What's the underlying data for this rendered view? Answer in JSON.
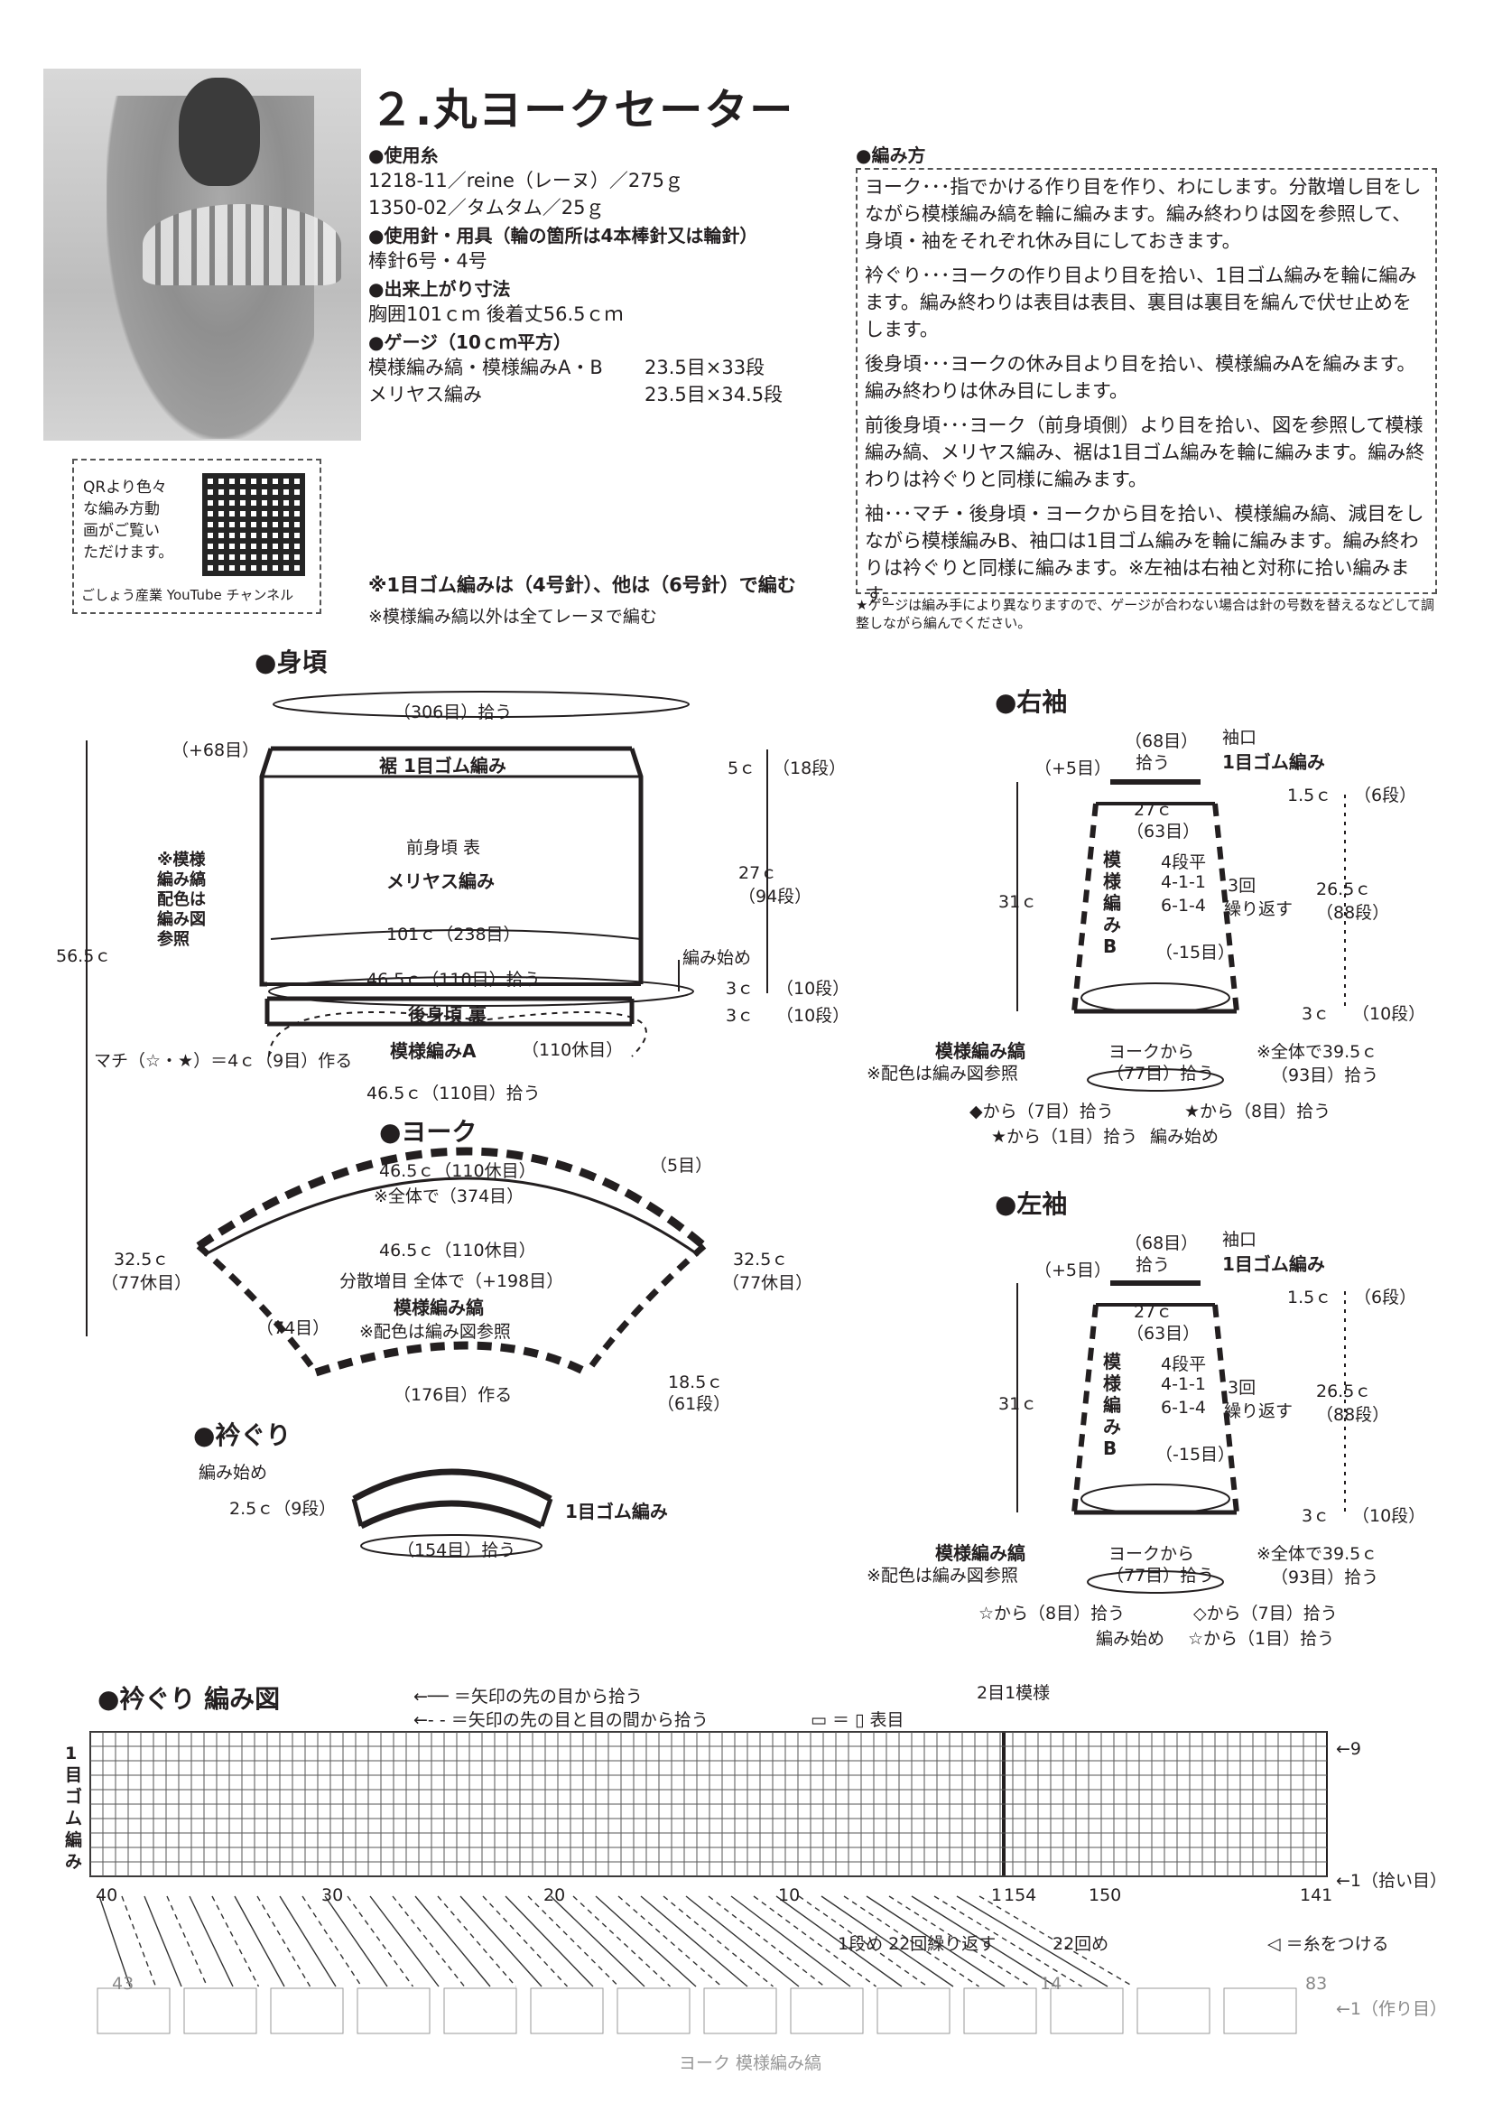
{
  "title": "２.丸ヨークセーター",
  "materials": {
    "yarn_heading": "●使用糸",
    "yarn_lines": [
      "1218-11／reine（レーヌ）／275ｇ",
      "1350-02／タムタム／25ｇ"
    ],
    "needles_heading": "●使用針・用具（輪の箇所は4本棒針又は輪針）",
    "needles": "棒針6号・4号",
    "size_heading": "●出来上がり寸法",
    "size": "胸囲101ｃｍ 後着丈56.5ｃｍ",
    "gauge_heading": "●ゲージ（10ｃｍ平方）",
    "gauge_rows": [
      {
        "name": "模様編み縞・模様編みA・B",
        "value": "23.5目×33段"
      },
      {
        "name": "メリヤス編み",
        "value": "23.5目×34.5段"
      }
    ]
  },
  "qr": {
    "text_lines": [
      "QRより色々",
      "な編み方動",
      "画がご覧い",
      "ただけます。"
    ],
    "caption": "ごしょう産業 YouTube チャンネル"
  },
  "notes": [
    "※1目ゴム編みは（4号針）、他は（6号針）で編む",
    "※模様編み縞以外は全てレーヌで編む"
  ],
  "howto": {
    "heading": "●編み方",
    "paragraphs": [
      "ヨーク･･･指でかける作り目を作り、わにします。分散増し目をしながら模様編み縞を輪に編みます。編み終わりは図を参照して、身頃・袖をそれぞれ休み目にしておきます。",
      "衿ぐり･･･ヨークの作り目より目を拾い、1目ゴム編みを輪に編みます。編み終わりは表目は表目、裏目は裏目を編んで伏せ止めをします。",
      "後身頃･･･ヨークの休み目より目を拾い、模様編みAを編みます。編み終わりは休み目にします。",
      "前後身頃･･･ヨーク（前身頃側）より目を拾い、図を参照して模様編み縞、メリヤス編み、裾は1目ゴム編みを輪に編みます。編み終わりは衿ぐりと同様に編みます。",
      "袖･･･マチ・後身頃・ヨークから目を拾い、模様編み縞、減目をしながら模様編みB、袖口は1目ゴム編みを輪に編みます。編み終わりは衿ぐりと同様に編みます。※左袖は右袖と対称に拾い編みます。"
    ],
    "footnote": "★ゲージは編み手により異なりますので、ゲージが合わない場合は針の号数を替えるなどして調整しながら編んでください。"
  },
  "body": {
    "heading": "●身頃",
    "pickup_top": "（306目）拾う",
    "plus68": "（+68目）",
    "hem": "裾 1目ゴム編み",
    "front": "前身頃 表",
    "stockinette": "メリヤス編み",
    "side_note": "※模様編み縞 配色は編み図参照",
    "chest": "101ｃ（238目）",
    "pickup_465": "46.5ｃ（110目）拾う",
    "back": "後身頃 裏",
    "patternA": "模様編みA",
    "rest110": "（110休目）",
    "gusset": "マチ（☆・★）＝4ｃ（9目）作る",
    "pickup_bottom": "46.5ｃ（110目）拾う",
    "length": "56.5ｃ",
    "r5": "5ｃ",
    "r5s": "（18段）",
    "r27": "27ｃ",
    "r27s": "（94段）",
    "r3a": "3ｃ",
    "r3as": "（10段）",
    "r3b": "3ｃ",
    "r3bs": "（10段）",
    "start": "編み始め"
  },
  "yoke": {
    "heading": "●ヨーク",
    "rest_top": "46.5ｃ（110休目）",
    "total374": "※全体で（374目）",
    "five": "（5目）",
    "left": "32.5ｃ",
    "left2": "（77休目）",
    "right": "32.5ｃ",
    "right2": "（77休目）",
    "rest_mid": "46.5ｃ（110休目）",
    "increase": "分散増目 全体で（+198目）",
    "pattern": "模様編み縞",
    "see_chart": "※配色は編み図参照",
    "seventy4": "（74目）",
    "cast176": "（176目）作る",
    "h": "18.5ｃ",
    "hs": "（61段）"
  },
  "neck": {
    "heading": "●衿ぐり",
    "start": "編み始め",
    "h": "2.5ｃ（9段）",
    "rib": "1目ゴム編み",
    "pickup": "（154目）拾う"
  },
  "right_sleeve": {
    "heading": "●右袖",
    "pick68": "（68目）",
    "pick": "拾う",
    "cuff": "袖口",
    "cuffrib": "1目ゴム編み",
    "plus5": "（+5目）",
    "w27": "27ｃ",
    "w63": "（63目）",
    "rule1": "4段平",
    "rule2": "4-1-1",
    "rule3": "6-1-4",
    "times": "3回",
    "repeat": "繰り返す",
    "patB": "模様編みB",
    "minus15": "（-15目）",
    "len": "31ｃ",
    "r15": "1.5ｃ",
    "r15s": "（6段）",
    "r265": "26.5ｃ",
    "r265s": "（88段）",
    "r3": "3ｃ",
    "r3s": "（10段）",
    "stripe": "模様編み縞",
    "see": "※配色は編み図参照",
    "from_yoke": "ヨークから",
    "y77": "（77目）拾う",
    "total": "※全体で39.5ｃ",
    "total2": "（93目）拾う",
    "p1": "◆から（7目）拾う",
    "p2": "★から（8目）拾う",
    "p3": "★から（1目）拾う",
    "start": "編み始め"
  },
  "left_sleeve": {
    "heading": "●左袖",
    "p1": "☆から（8目）拾う",
    "p2": "◇から（7目）拾う",
    "p3": "☆から（1目）拾う",
    "start": "編み始め"
  },
  "chart": {
    "heading": "●衿ぐり 編み図",
    "legend1": "＝矢印の先の目から拾う",
    "legend2": "＝矢印の先の目と目の間から拾う",
    "legend3": "表目",
    "repeat_unit": "2目1模様",
    "row9": "←9",
    "row1": "←1（拾い目）",
    "side_label": "1目ゴム編み",
    "ticks": [
      "40",
      "30",
      "20",
      "10",
      "1",
      "154",
      "150",
      "141"
    ],
    "rep22": "1段め 22回繰り返す",
    "rep22b": "22回め",
    "yarn": "＝糸をつける",
    "bottom_label": "ヨーク 模様編み縞",
    "lower_left": "43",
    "lower_mid": "14",
    "lower_right": "83",
    "lower_row": "←1（作り目）"
  }
}
